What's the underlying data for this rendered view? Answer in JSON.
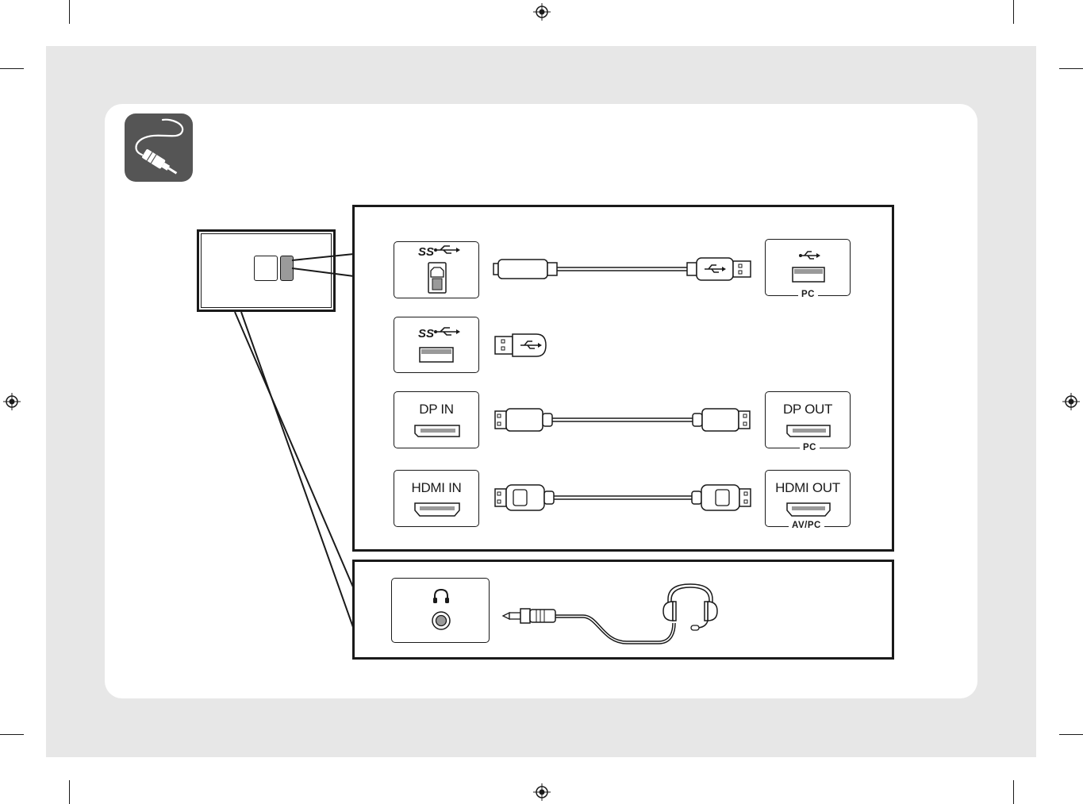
{
  "ports": {
    "dp_in": "DP IN",
    "dp_out": "DP OUT",
    "hdmi_in": "HDMI IN",
    "hdmi_out": "HDMI OUT"
  },
  "tags": {
    "usb_pc": "PC",
    "dp_pc": "PC",
    "hdmi_av_pc": "AV/PC"
  },
  "icons": {
    "section_icon": "cable-plug-icon",
    "usb_ss": "superspeed-usb-icon",
    "usb": "usb-icon",
    "headphone": "headphone-icon"
  },
  "colors": {
    "page_bg": "#e7e7e7",
    "card_bg": "#ffffff",
    "icon_bg": "#555555",
    "line": "#1a1a1a"
  }
}
